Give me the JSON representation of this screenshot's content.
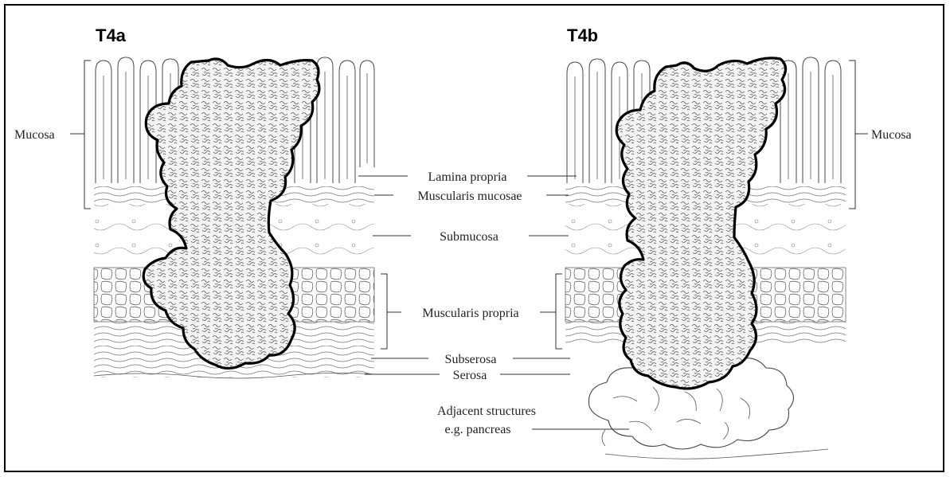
{
  "panels": [
    {
      "title": "T4a"
    },
    {
      "title": "T4b"
    }
  ],
  "labels": {
    "mucosa_left": "Mucosa",
    "mucosa_right": "Mucosa",
    "lamina_propria": "Lamina propria",
    "muscularis_mucosae": "Muscularis mucosae",
    "submucosa": "Submucosa",
    "muscularis_propria": "Muscularis propria",
    "subserosa": "Subserosa",
    "serosa": "Serosa",
    "adjacent_line1": "Adjacent structures",
    "adjacent_line2": "e.g. pancreas"
  },
  "colors": {
    "ink": "#000000",
    "line": "#333333",
    "background": "#ffffff"
  }
}
